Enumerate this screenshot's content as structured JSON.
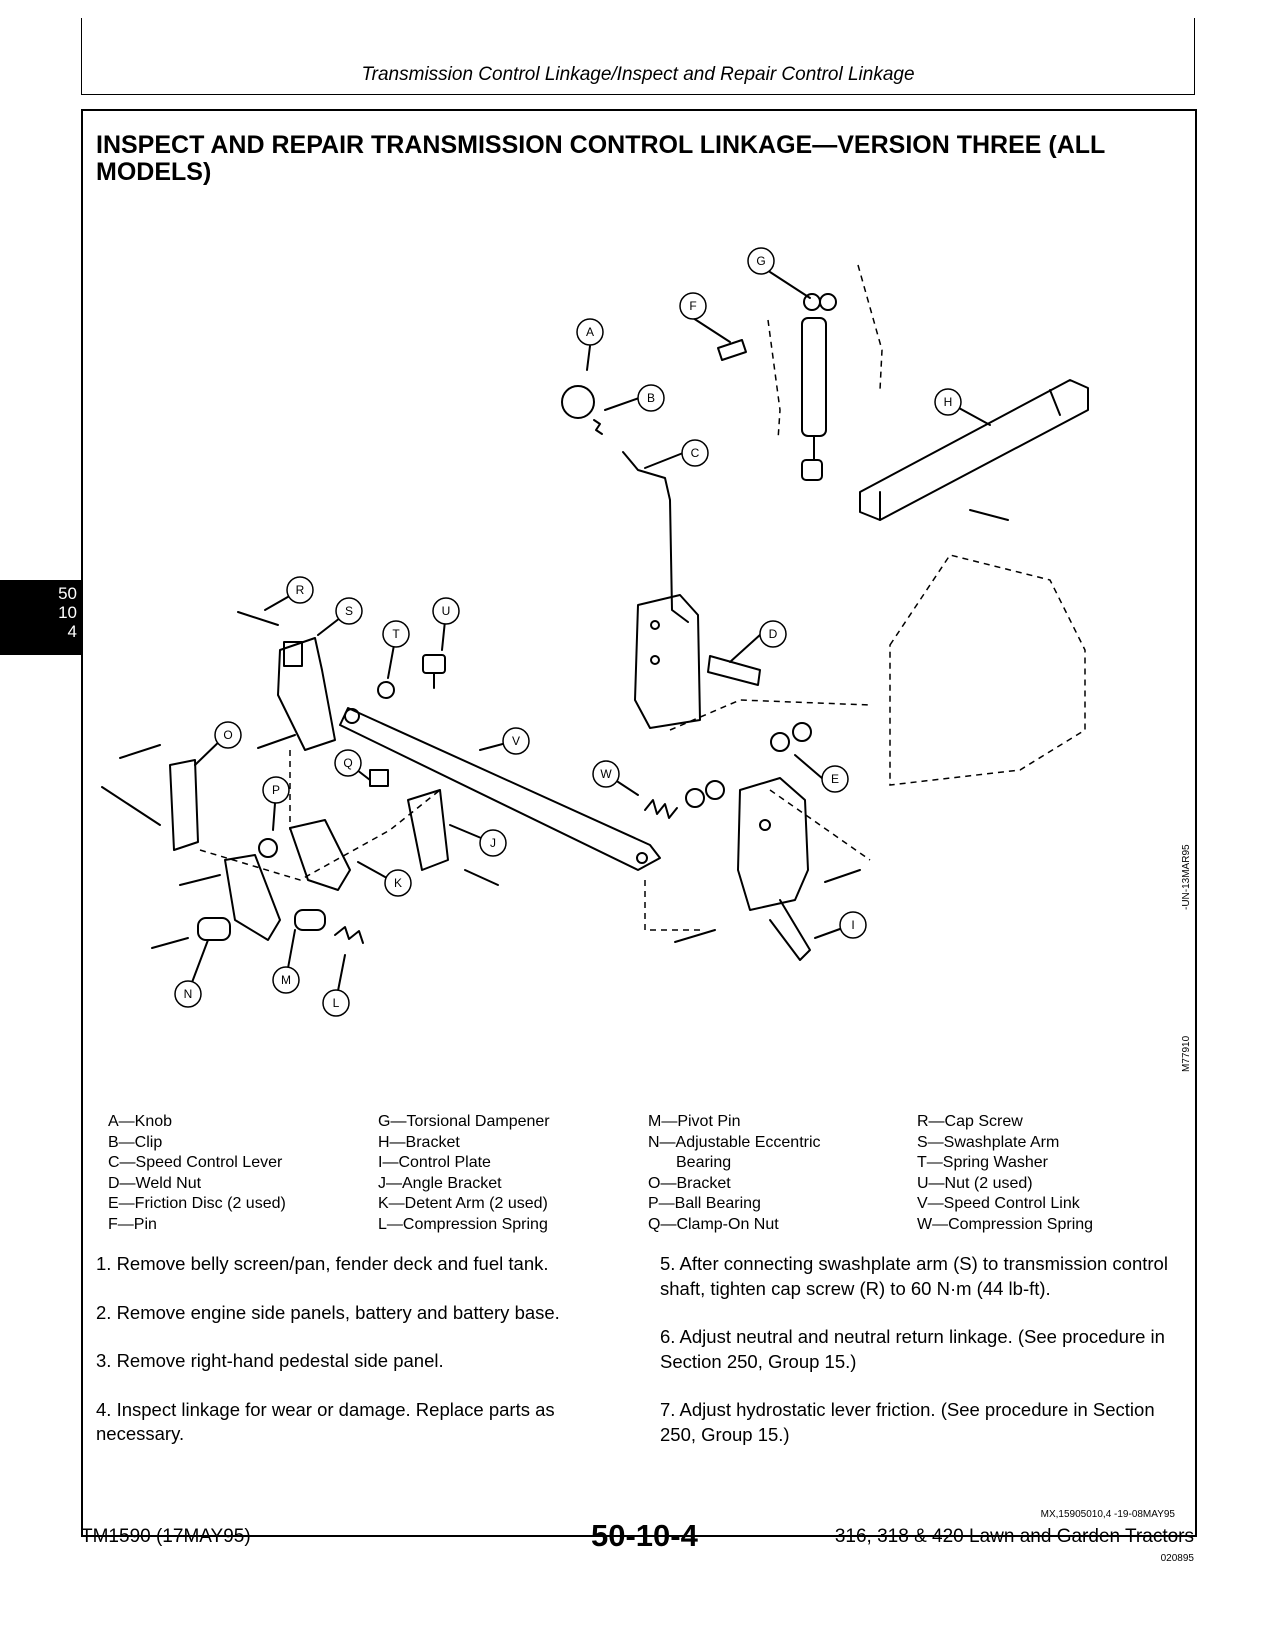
{
  "header": {
    "running_head": "Transmission Control Linkage/Inspect and Repair Control Linkage"
  },
  "section_tab": {
    "line1": "50",
    "line2": "10",
    "line3": "4"
  },
  "title": "INSPECT AND REPAIR TRANSMISSION CONTROL LINKAGE—VERSION THREE (ALL MODELS)",
  "figure": {
    "code": "-UN-13MAR95",
    "id": "M77910",
    "callouts": [
      "A",
      "B",
      "C",
      "D",
      "E",
      "F",
      "G",
      "H",
      "I",
      "J",
      "K",
      "L",
      "M",
      "N",
      "O",
      "P",
      "Q",
      "R",
      "S",
      "T",
      "U",
      "V",
      "W"
    ]
  },
  "legend": {
    "col1": [
      "A—Knob",
      "B—Clip",
      "C—Speed Control Lever",
      "D—Weld Nut",
      "E—Friction Disc (2 used)",
      "F—Pin"
    ],
    "col2": [
      "G—Torsional Dampener",
      "H—Bracket",
      "I—Control Plate",
      "J—Angle Bracket",
      "K—Detent Arm (2 used)",
      "L—Compression Spring"
    ],
    "col3": [
      "M—Pivot Pin",
      "N—Adjustable Eccentric",
      "Bearing",
      "O—Bracket",
      "P—Ball Bearing",
      "Q—Clamp-On Nut"
    ],
    "col4": [
      "R—Cap Screw",
      "S—Swashplate Arm",
      "T—Spring Washer",
      "U—Nut (2 used)",
      "V—Speed Control Link",
      "W—Compression Spring"
    ]
  },
  "steps_left": [
    "1. Remove belly screen/pan, fender deck and fuel tank.",
    "2. Remove engine side panels, battery and battery base.",
    "3. Remove right-hand pedestal side panel.",
    "4. Inspect linkage for wear or damage. Replace parts as necessary."
  ],
  "steps_right": [
    "5. After connecting swashplate arm (S) to transmission control shaft, tighten cap screw (R) to 60 N·m (44 lb-ft).",
    "6. Adjust neutral and neutral return linkage. (See procedure in Section 250, Group 15.)",
    "7. Adjust hydrostatic lever friction. (See procedure in Section 250, Group 15.)"
  ],
  "ref_code": "MX,15905010,4 -19-08MAY95",
  "footer": {
    "left": "TM1590 (17MAY95)",
    "center": "50-10-4",
    "right": "316, 318 & 420 Lawn and Garden Tractors",
    "date": "020895"
  }
}
